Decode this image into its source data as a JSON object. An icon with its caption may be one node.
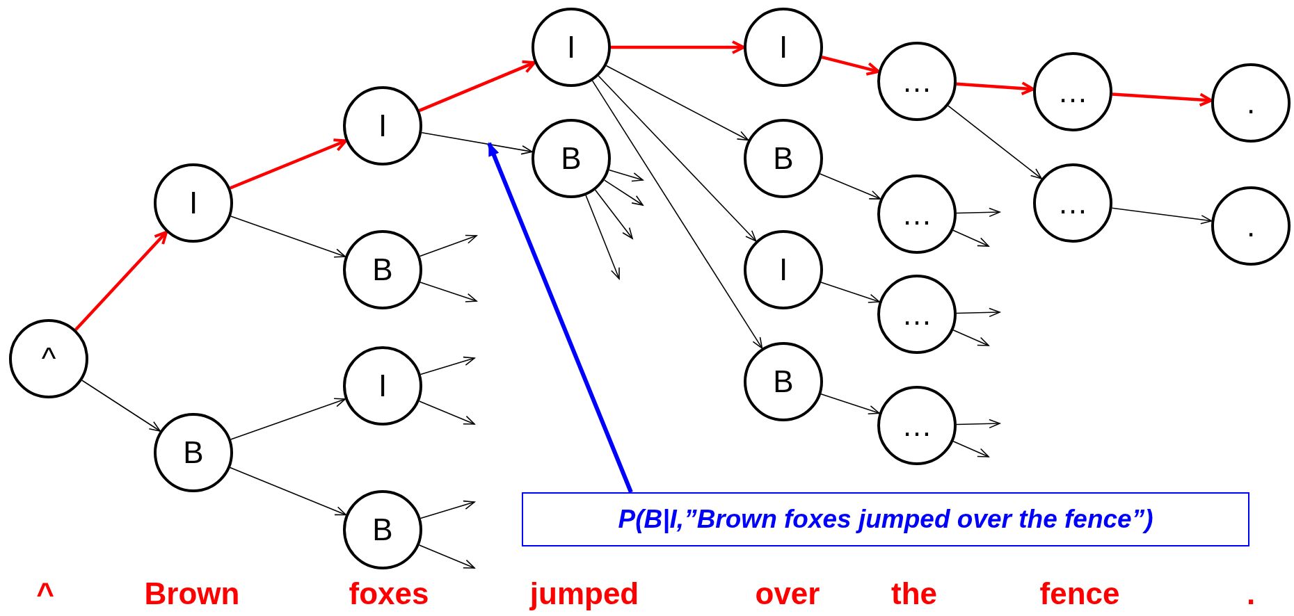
{
  "diagram": {
    "nodes": [
      {
        "text": [
          "^"
        ]
      },
      {
        "text": [
          "I"
        ]
      },
      {
        "text": [
          "B"
        ]
      },
      {
        "text": [
          "I"
        ]
      },
      {
        "text": [
          "B"
        ]
      },
      {
        "text": [
          "I"
        ]
      },
      {
        "text": [
          "B"
        ]
      },
      {
        "text": [
          "I"
        ]
      },
      {
        "text": [
          "B"
        ]
      },
      {
        "text": [
          "I"
        ]
      },
      {
        "text": [
          "B"
        ]
      },
      {
        "text": [
          "I"
        ]
      },
      {
        "text": [
          "B"
        ]
      },
      {
        "text": [
          "…"
        ]
      },
      {
        "text": [
          "…"
        ]
      },
      {
        "text": [
          "…"
        ]
      },
      {
        "text": [
          "…"
        ]
      },
      {
        "text": [
          "…"
        ]
      },
      {
        "text": [
          "…"
        ]
      },
      {
        "text": [
          "."
        ]
      },
      {
        "text": [
          "."
        ]
      },
      {
        "text": [
          "P(B|I,”Brown foxes jumped over the fence”)"
        ]
      }
    ],
    "edges": [
      {
        "from": 0,
        "to": 1,
        "arrow": "to",
        "style": "thick",
        "color": "#ff0000"
      },
      {
        "from": 1,
        "to": 3,
        "arrow": "to",
        "style": "thick",
        "color": "#ff0000"
      },
      {
        "from": 3,
        "to": 7,
        "arrow": "to",
        "style": "thick",
        "color": "#ff0000"
      },
      {
        "from": 7,
        "to": 9,
        "arrow": "to",
        "style": "thick",
        "color": "#ff0000"
      },
      {
        "from": 9,
        "to": 13,
        "arrow": "to",
        "style": "thick",
        "color": "#ff0000"
      },
      {
        "from": 13,
        "to": 17,
        "arrow": "to",
        "style": "thick",
        "color": "#ff0000"
      },
      {
        "from": 17,
        "to": 19,
        "arrow": "to",
        "style": "thick",
        "color": "#ff0000"
      },
      {
        "from": 0,
        "to": 2,
        "arrow": "to"
      },
      {
        "from": 1,
        "to": 4,
        "arrow": "to"
      },
      {
        "from": 2,
        "to": 5,
        "arrow": "to"
      },
      {
        "from": 2,
        "to": 6,
        "arrow": "to"
      },
      {
        "from": 3,
        "to": 8,
        "arrow": "to"
      },
      {
        "from": 7,
        "to": 10,
        "arrow": "to"
      },
      {
        "from": 7,
        "to": 11,
        "arrow": "to"
      },
      {
        "from": 7,
        "to": 12,
        "arrow": "to"
      },
      {
        "from": 10,
        "to": 14,
        "arrow": "to"
      },
      {
        "from": 11,
        "to": 15,
        "arrow": "to"
      },
      {
        "from": 12,
        "to": 16,
        "arrow": "to"
      },
      {
        "from": 13,
        "to": 18,
        "arrow": "to"
      },
      {
        "from": 18,
        "to": 20,
        "arrow": "to"
      },
      {
        "from": 4,
        "to": null,
        "arrow": "to"
      },
      {
        "from": 4,
        "to": null,
        "arrow": "to"
      },
      {
        "from": 5,
        "to": null,
        "arrow": "to"
      },
      {
        "from": 5,
        "to": null,
        "arrow": "to"
      },
      {
        "from": 6,
        "to": null,
        "arrow": "to"
      },
      {
        "from": 6,
        "to": null,
        "arrow": "to"
      },
      {
        "from": 8,
        "to": null,
        "arrow": "to"
      },
      {
        "from": 8,
        "to": null,
        "arrow": "to"
      },
      {
        "from": 8,
        "to": null,
        "arrow": "to"
      },
      {
        "from": 8,
        "to": null,
        "arrow": "to"
      },
      {
        "from": 14,
        "to": null,
        "arrow": "to"
      },
      {
        "from": 14,
        "to": null,
        "arrow": "to"
      },
      {
        "from": 15,
        "to": null,
        "arrow": "to"
      },
      {
        "from": 15,
        "to": null,
        "arrow": "to"
      },
      {
        "from": 16,
        "to": null,
        "arrow": "to"
      },
      {
        "from": 16,
        "to": null,
        "arrow": "to"
      },
      {
        "from": 21,
        "to": null,
        "arrow": "to",
        "style": "thick",
        "color": "#0000ff"
      }
    ],
    "labels": [
      "^",
      "Brown",
      "foxes",
      "jumped",
      "over",
      "the",
      "fence",
      "."
    ]
  }
}
